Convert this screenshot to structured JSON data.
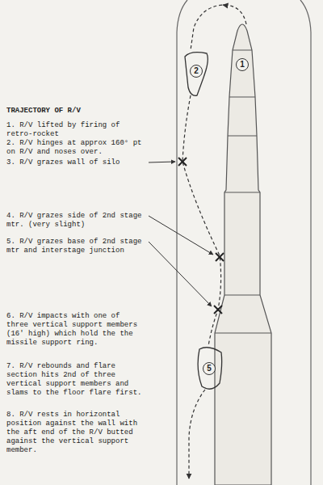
{
  "diagram": {
    "nodes": [
      {
        "text": [
          "1"
        ]
      },
      {
        "text": [
          "2"
        ]
      },
      {
        "text": [
          "5"
        ]
      }
    ],
    "labels": [
      "TRAJECTORY OF R/V",
      "1. R/V lifted by firing of retro-rocket",
      "2. R/V hinges at approx 160° pt on R/V and noses over.",
      "3. R/V grazes wall of silo",
      "4. R/V grazes side of 2nd stage mtr. (very slight)",
      "5. R/V grazes base of 2nd stage mtr and interstage junction",
      "6. R/V impacts with one of three vertical support members (16' high) which hold the the missile support ring.",
      "7. R/V rebounds and flare section hits 2nd of three vertical support members and slams to the floor flare first.",
      "8. R/V rests in horizontal position against the wall with the aft end of the R/V butted against the vertical support member."
    ]
  }
}
